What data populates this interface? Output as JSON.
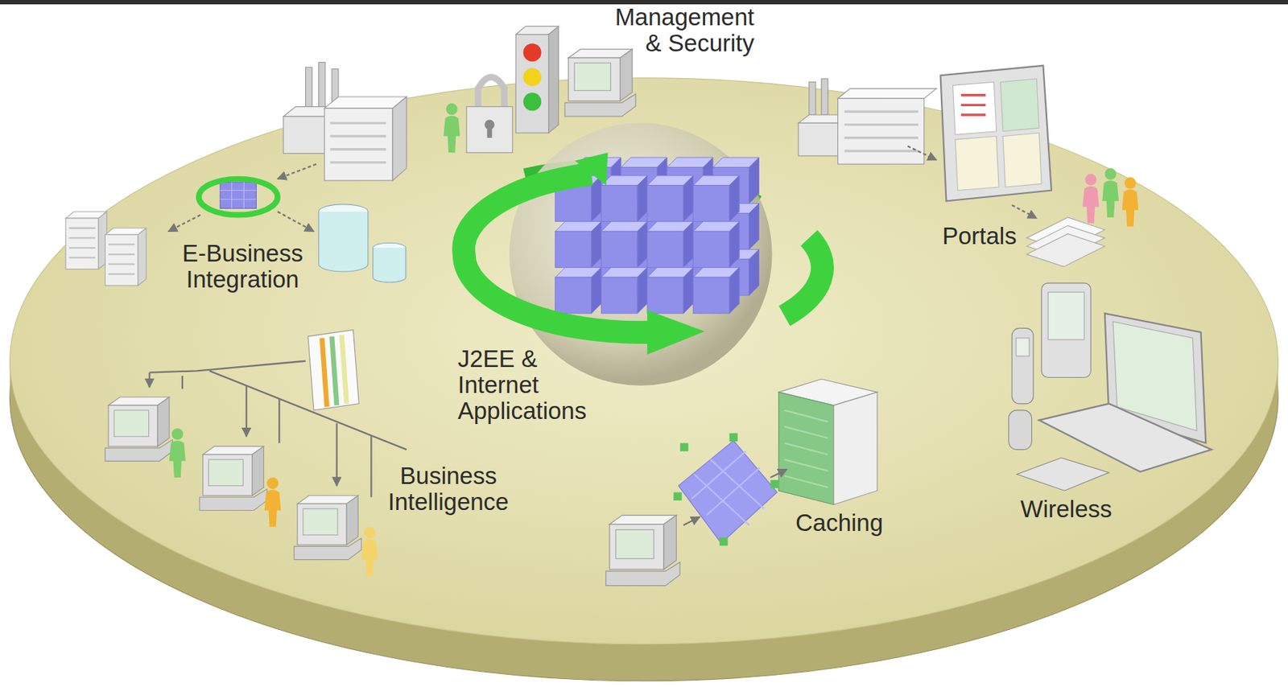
{
  "diagram": {
    "labels": [
      "Management & Security",
      "Portals",
      "E-Business Integration",
      "J2EE & Internet Applications",
      "Business Intelligence",
      "Wireless",
      "Caching"
    ]
  }
}
